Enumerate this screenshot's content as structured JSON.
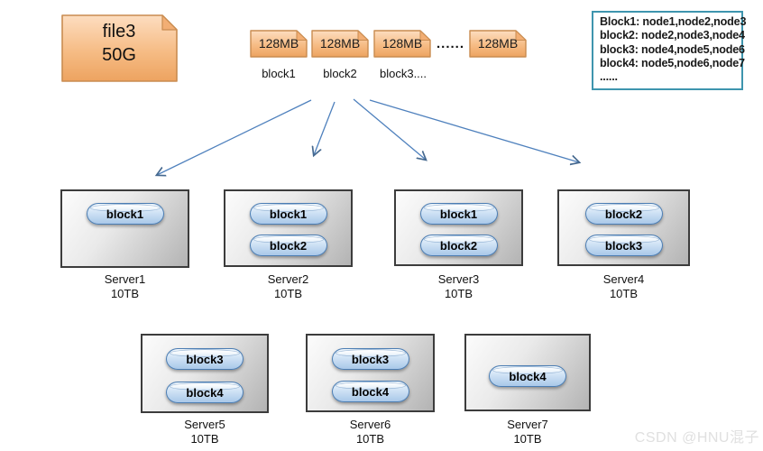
{
  "file": {
    "name": "file3",
    "size": "50G"
  },
  "blocks": {
    "chips": [
      "128MB",
      "128MB",
      "128MB",
      "128MB"
    ],
    "names": [
      "block1",
      "block2",
      "block3...."
    ],
    "ellipsis": "......"
  },
  "legend": {
    "lines": [
      "Block1: node1,node2,node3",
      "block2: node2,node3,node4",
      "block3: node4,node5,node6",
      "block4: node5,node6,node7",
      "......"
    ]
  },
  "servers": [
    {
      "name": "Server1",
      "capacity": "10TB",
      "blocks": [
        "block1"
      ]
    },
    {
      "name": "Server2",
      "capacity": "10TB",
      "blocks": [
        "block1",
        "block2"
      ]
    },
    {
      "name": "Server3",
      "capacity": "10TB",
      "blocks": [
        "block1",
        "block2"
      ]
    },
    {
      "name": "Server4",
      "capacity": "10TB",
      "blocks": [
        "block2",
        "block3"
      ]
    },
    {
      "name": "Server5",
      "capacity": "10TB",
      "blocks": [
        "block3",
        "block4"
      ]
    },
    {
      "name": "Server6",
      "capacity": "10TB",
      "blocks": [
        "block3",
        "block4"
      ]
    },
    {
      "name": "Server7",
      "capacity": "10TB",
      "blocks": [
        "block4"
      ]
    }
  ],
  "watermark": "CSDN @HNU混子",
  "colors": {
    "chip_border": "#c98c50",
    "chip_fill_top": "#fdddc0",
    "chip_fill_bottom": "#eda360",
    "legend_border": "#3e95ae",
    "arrow": "#4f81bd",
    "cylinder_border": "#4b7db3",
    "cylinder_fill": "#cfe2f5",
    "server_border": "#3c3c3c"
  }
}
